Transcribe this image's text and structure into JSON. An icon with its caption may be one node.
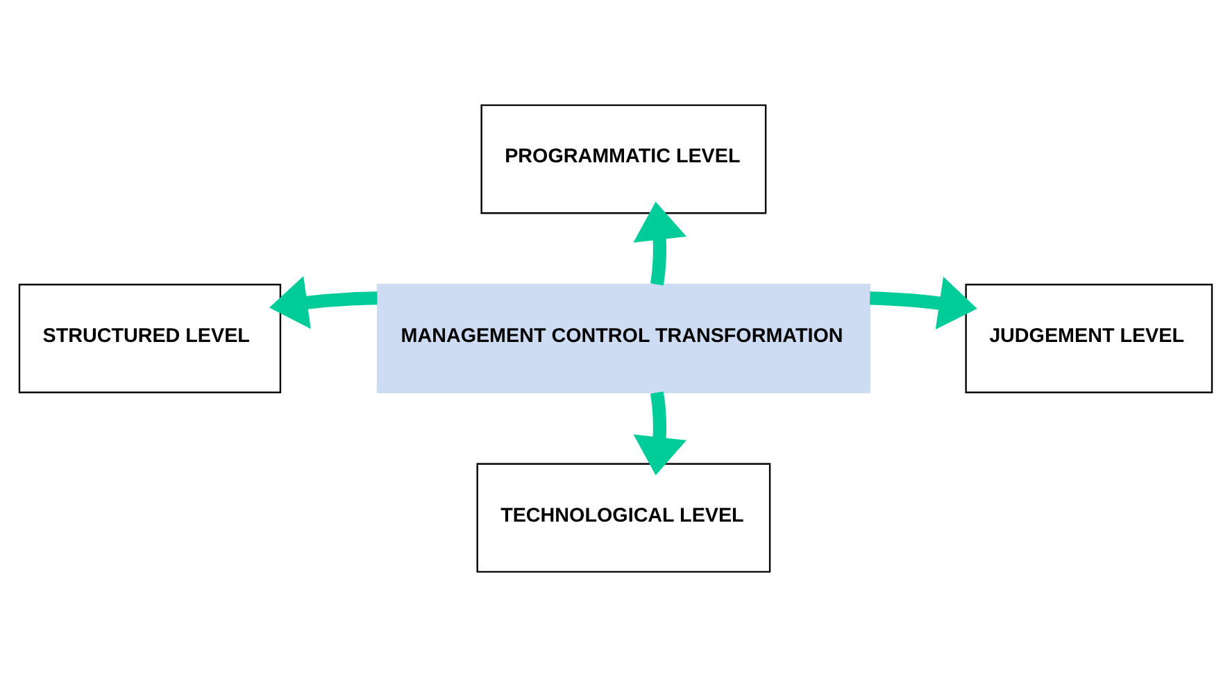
{
  "diagram": {
    "nodes": [
      {
        "text": [
          "PROGRAMMATIC LEVEL"
        ]
      },
      {
        "text": [
          "STRUCTURED LEVEL"
        ]
      },
      {
        "text": [
          "MANAGEMENT CONTROL TRANSFORMATION"
        ]
      },
      {
        "text": [
          "JUDGEMENT LEVEL"
        ]
      },
      {
        "text": [
          "TECHNOLOGICAL LEVEL"
        ]
      }
    ],
    "edges": [
      {
        "from": 2,
        "to": 0,
        "arrow": "to"
      },
      {
        "from": 2,
        "to": 1,
        "arrow": "to"
      },
      {
        "from": 2,
        "to": 3,
        "arrow": "to"
      },
      {
        "from": 2,
        "to": 4,
        "arrow": "to"
      }
    ]
  }
}
